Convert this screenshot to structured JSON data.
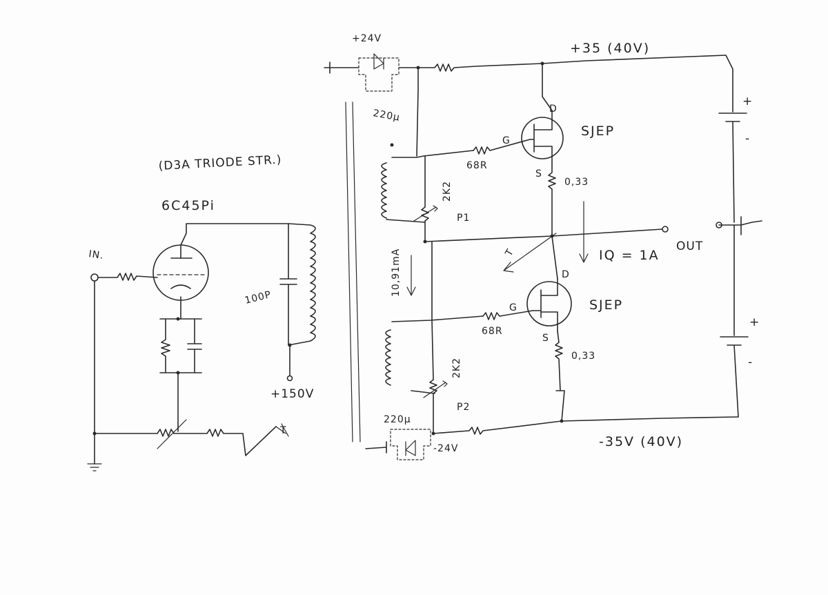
{
  "labels": {
    "input": "IN.",
    "triode_note": "(D3A TRIODE STR.)",
    "tube": "6C45Pi",
    "coupling_cap": "100P",
    "hv_supply": "+150V",
    "pos_aux": "+24V",
    "pos_cap": "220µ",
    "pos_rail": "+35 (40V)",
    "neg_aux": "-24V",
    "neg_cap": "220µ",
    "neg_rail": "-35V (40V)",
    "upper_device": "SJEP",
    "lower_device": "SJEP",
    "upper_gate_res": "68R",
    "lower_gate_res": "68R",
    "upper_pot": "2K2",
    "lower_pot": "2K2",
    "upper_pot_name": "P1",
    "lower_pot_name": "P2",
    "upper_source_res": "0,33",
    "lower_source_res": "0,33",
    "bias_current": "10,91mA",
    "quiescent": "IQ = 1A",
    "output": "OUT",
    "gate_letter_upper": "G",
    "gate_letter_lower": "G",
    "drain_letter_upper": "D",
    "drain_letter_lower": "D",
    "source_letter_upper": "S",
    "source_letter_lower": "S",
    "batt_plus_upper": "+",
    "batt_minus_upper": "-",
    "batt_plus_lower": "+",
    "batt_minus_lower": "-",
    "probe_upper": "T",
    "probe_lower": "T"
  },
  "colors": {
    "ink": "#2a2a2a",
    "paper": "#fdfdfd"
  }
}
